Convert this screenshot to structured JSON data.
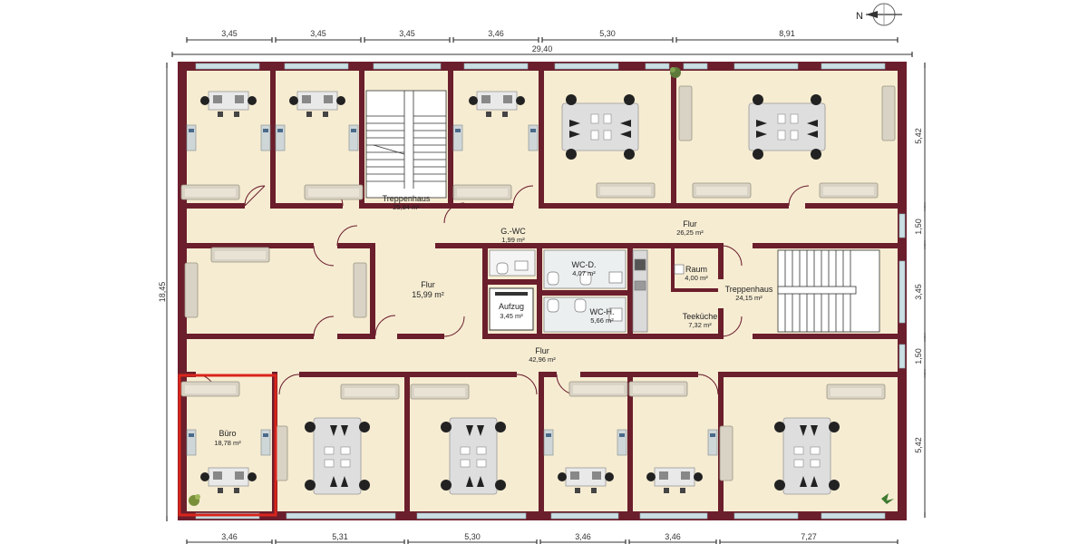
{
  "compass": {
    "label": "N",
    "icon": "compass-arrow-icon"
  },
  "dimensions": {
    "top_segments": [
      "3,45",
      "3,45",
      "3,45",
      "3,46",
      "5,30",
      "8,91"
    ],
    "top_total": "29,40",
    "bottom_segments": [
      "3,46",
      "5,31",
      "5,30",
      "3,46",
      "3,46",
      "7,27"
    ],
    "left_total": "18,45",
    "right_segments": [
      "5,42",
      "1,50",
      "3,45",
      "1,50",
      "5,42"
    ]
  },
  "rooms": {
    "treppenhaus_1": {
      "name": "Treppenhaus",
      "area": "25,84 m²"
    },
    "flur_top": {
      "name": "Flur",
      "area": "26,25 m²"
    },
    "gwc": {
      "name": "G.-WC",
      "area": "1,99 m²"
    },
    "flur_left": {
      "name": "Flur",
      "area": "15,99 m²"
    },
    "wc_d": {
      "name": "WC-D.",
      "area": "4,07 m²"
    },
    "raum": {
      "name": "Raum",
      "area": "4,00 m²"
    },
    "treppenhaus_2": {
      "name": "Treppenhaus",
      "area": "24,15 m²"
    },
    "aufzug": {
      "name": "Aufzug",
      "area": "3,45 m²"
    },
    "wc_h": {
      "name": "WC-H.",
      "area": "5,66 m²"
    },
    "teekueche": {
      "name": "Teeküche",
      "area": "7,32 m²"
    },
    "flur_bottom": {
      "name": "Flur",
      "area": "42,96 m²"
    },
    "buero": {
      "name": "Büro",
      "area": "18,78 m²"
    }
  },
  "colors": {
    "wall": "#6b1e2c",
    "floor": "#f6ecd2",
    "window": "#c9dfe3",
    "dimension_line": "#333333",
    "highlight": "#d9251c"
  }
}
